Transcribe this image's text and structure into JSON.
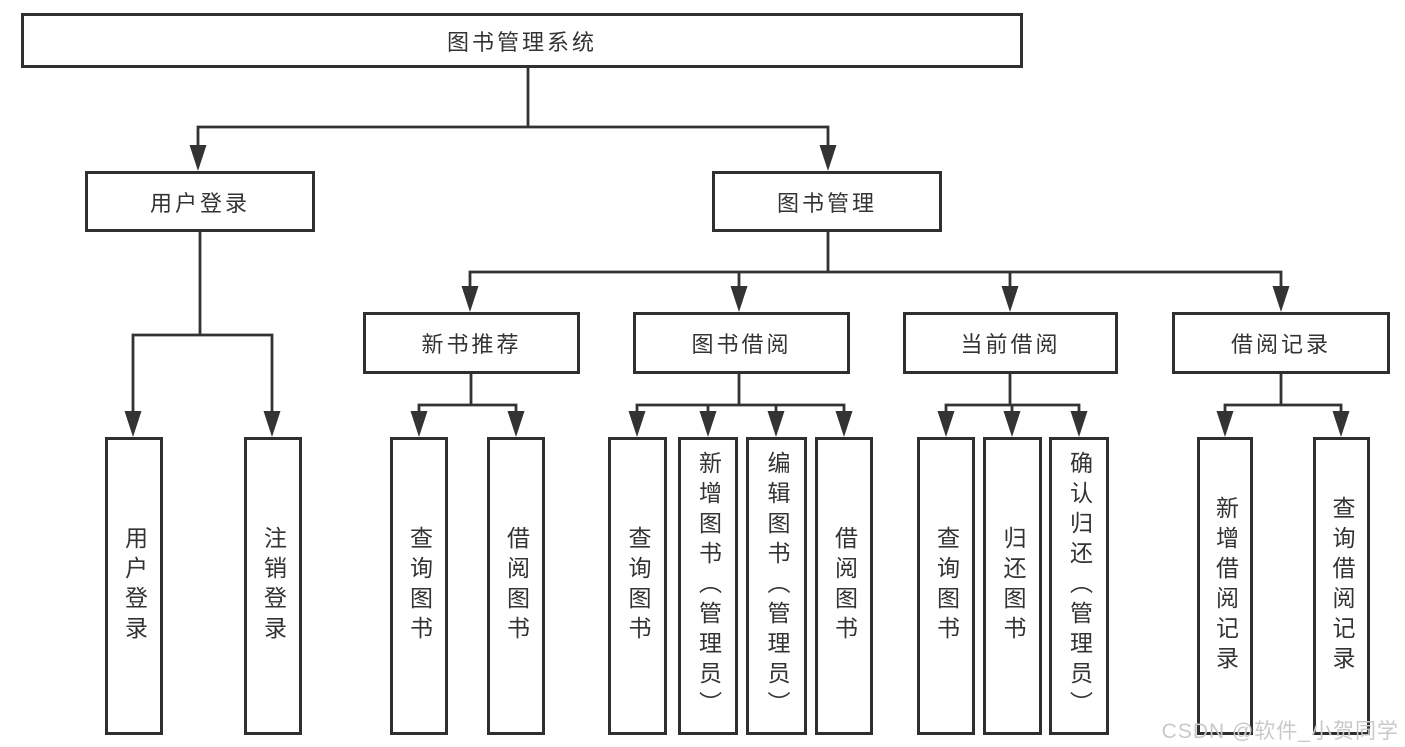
{
  "tree": {
    "root": "图书管理系统",
    "branches": [
      {
        "label": "用户登录",
        "leaves": [
          "用户登录",
          "注销登录"
        ]
      },
      {
        "label": "图书管理",
        "groups": [
          {
            "label": "新书推荐",
            "leaves": [
              "查询图书",
              "借阅图书"
            ]
          },
          {
            "label": "图书借阅",
            "leaves": [
              "查询图书",
              "新增图书（管理员）",
              "编辑图书（管理员）",
              "借阅图书"
            ]
          },
          {
            "label": "当前借阅",
            "leaves": [
              "查询图书",
              "归还图书",
              "确认归还（管理员）"
            ]
          },
          {
            "label": "借阅记录",
            "leaves": [
              "新增借阅记录",
              "查询借阅记录"
            ]
          }
        ]
      }
    ]
  },
  "watermark": "CSDN @软件_小贺同学",
  "colors": {
    "line": "#333333",
    "box_border": "#2f2f2f",
    "box_bg": "#ffffff",
    "text": "#333333",
    "watermark": "#c9c9c9"
  }
}
